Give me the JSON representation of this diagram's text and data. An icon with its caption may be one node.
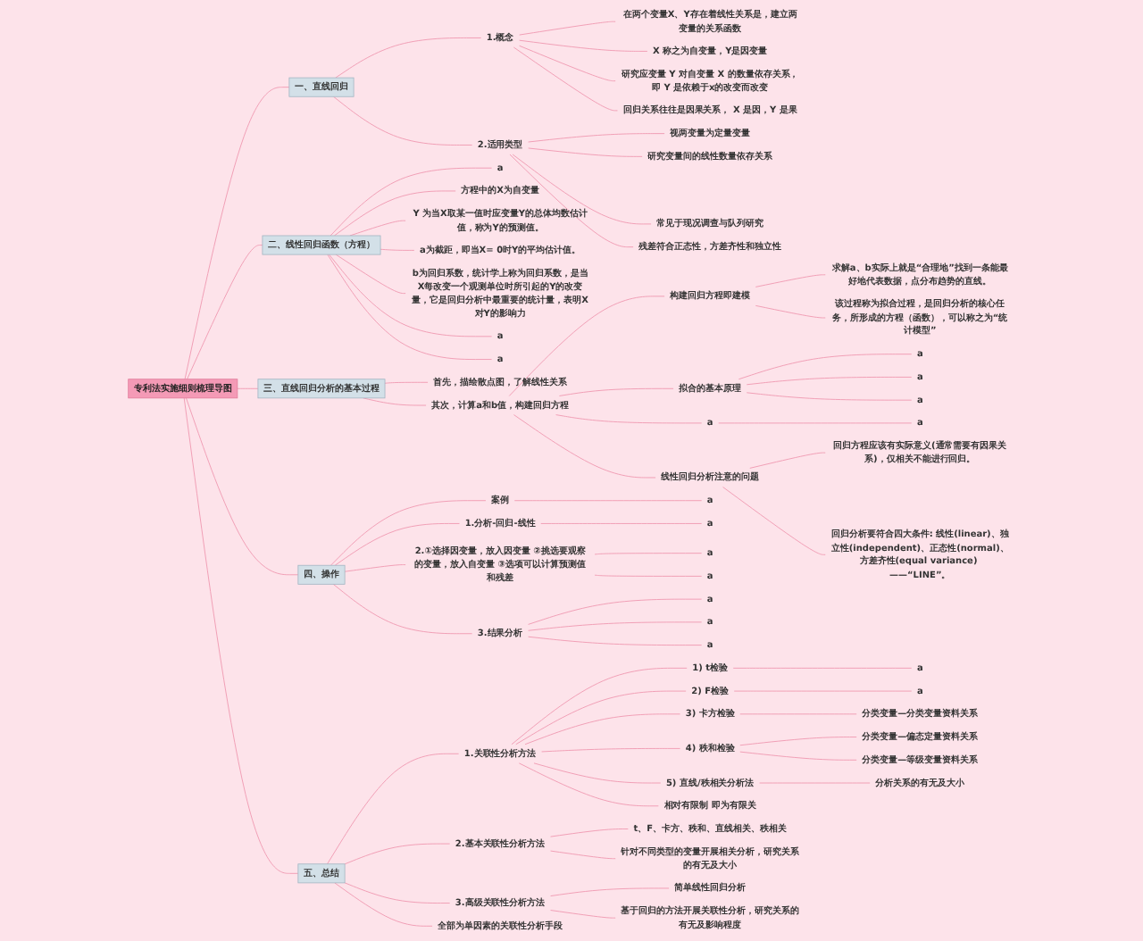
{
  "diagram": {
    "nodes": [
      {
        "text": [
          "专利法实施细则梳理导图"
        ]
      },
      {
        "text": [
          "一、直线回归"
        ]
      },
      {
        "text": [
          "1.概念"
        ]
      },
      {
        "text": [
          "在两个变量X、Y存在着线性关系是，建立两变量的关系函数"
        ]
      },
      {
        "text": [
          "X 称之为自变量，Y是因变量"
        ]
      },
      {
        "text": [
          "研究应变量 Y 对自变量 X 的数量依存关系，即 Y 是依赖于x的改变而改变"
        ]
      },
      {
        "text": [
          "回归关系往往是因果关系， X 是因，Y 是果"
        ]
      },
      {
        "text": [
          "2.适用类型"
        ]
      },
      {
        "text": [
          "视两变量为定量变量"
        ]
      },
      {
        "text": [
          "研究变量间的线性数量依存关系"
        ]
      },
      {
        "text": [
          "常见于现况调查与队列研究"
        ]
      },
      {
        "text": [
          "残差符合正态性，方差齐性和独立性"
        ]
      },
      {
        "text": [
          "二、线性回归函数（方程）"
        ]
      },
      {
        "text": [
          "a"
        ]
      },
      {
        "text": [
          "方程中的X为自变量"
        ]
      },
      {
        "text": [
          "Y 为当X取某一值时应变量Y的总体均数估计值，称为Y的预测值。"
        ]
      },
      {
        "text": [
          "a为截距，即当X= 0时Y的平均估计值。"
        ]
      },
      {
        "text": [
          "b为回归系数，统计学上称为回归系数，是当X每改变一个观测单位时所引起的Y的改变量，它是回归分析中最重要的统计量，表明X对Y的影响力"
        ]
      },
      {
        "text": [
          "a"
        ]
      },
      {
        "text": [
          "a"
        ]
      },
      {
        "text": [
          "三、直线回归分析的基本过程"
        ]
      },
      {
        "text": [
          "首先，描绘散点图，了解线性关系"
        ]
      },
      {
        "text": [
          "其次，计算a和b值，构建回归方程"
        ]
      },
      {
        "text": [
          "构建回归方程即建模"
        ]
      },
      {
        "text": [
          "求解a、b实际上就是“合理地”找到一条能最好地代表数据，点分布趋势的直线。"
        ]
      },
      {
        "text": [
          "该过程称为拟合过程，是回归分析的核心任务，所形成的方程（函数），可以称之为“统计模型”"
        ]
      },
      {
        "text": [
          "拟合的基本原理"
        ]
      },
      {
        "text": [
          "a"
        ]
      },
      {
        "text": [
          "a"
        ]
      },
      {
        "text": [
          "a"
        ]
      },
      {
        "text": [
          "a"
        ]
      },
      {
        "text": [
          "a"
        ]
      },
      {
        "text": [
          "线性回归分析注意的问题"
        ]
      },
      {
        "text": [
          "回归方程应该有实际意义(通常需要有因果关系)，仅相关不能进行回归。"
        ]
      },
      {
        "text": [
          "回归分析要符合四大条件: 线性(linear)、独立性(independent)、正态性(normal)、方差齐性(equal variance) ——“LINE”。"
        ]
      },
      {
        "text": [
          "四、操作"
        ]
      },
      {
        "text": [
          "案例"
        ]
      },
      {
        "text": [
          "a"
        ]
      },
      {
        "text": [
          "1.分析-回归-线性"
        ]
      },
      {
        "text": [
          "a"
        ]
      },
      {
        "text": [
          "2.①选择因变量，放入因变量 ②挑选要观察的变量，放入自变量 ③选项可以计算预测值和残差"
        ]
      },
      {
        "text": [
          "a"
        ]
      },
      {
        "text": [
          "a"
        ]
      },
      {
        "text": [
          "3.结果分析"
        ]
      },
      {
        "text": [
          "a"
        ]
      },
      {
        "text": [
          "a"
        ]
      },
      {
        "text": [
          "a"
        ]
      },
      {
        "text": [
          "五、总结"
        ]
      },
      {
        "text": [
          "1.关联性分析方法"
        ]
      },
      {
        "text": [
          "1) t检验"
        ]
      },
      {
        "text": [
          "a"
        ]
      },
      {
        "text": [
          "2) F检验"
        ]
      },
      {
        "text": [
          "a"
        ]
      },
      {
        "text": [
          "3) 卡方检验"
        ]
      },
      {
        "text": [
          "分类变量—分类变量资料关系"
        ]
      },
      {
        "text": [
          "4) 秩和检验"
        ]
      },
      {
        "text": [
          "分类变量—偏态定量资料关系"
        ]
      },
      {
        "text": [
          "分类变量—等级变量资料关系"
        ]
      },
      {
        "text": [
          "5) 直线/秩相关分析法"
        ]
      },
      {
        "text": [
          "分析关系的有无及大小"
        ]
      },
      {
        "text": [
          "相对有限制 即为有限关"
        ]
      },
      {
        "text": [
          "2.基本关联性分析方法"
        ]
      },
      {
        "text": [
          "t、F、卡方、秩和、直线相关、秩相关"
        ]
      },
      {
        "text": [
          "针对不同类型的变量开展相关分析，研究关系的有无及大小"
        ]
      },
      {
        "text": [
          "3.高级关联性分析方法"
        ]
      },
      {
        "text": [
          "简单线性回归分析"
        ]
      },
      {
        "text": [
          "基于回归的方法开展关联性分析，研究关系的有无及影响程度"
        ]
      },
      {
        "text": [
          "全部为单因素的关联性分析手段"
        ]
      }
    ],
    "edges": [
      {
        "from": 0,
        "to": 1,
        "arrow": "none"
      },
      {
        "from": 1,
        "to": 2,
        "arrow": "none"
      },
      {
        "from": 2,
        "to": 3,
        "arrow": "none"
      },
      {
        "from": 2,
        "to": 4,
        "arrow": "none"
      },
      {
        "from": 2,
        "to": 5,
        "arrow": "none"
      },
      {
        "from": 2,
        "to": 6,
        "arrow": "none"
      },
      {
        "from": 1,
        "to": 7,
        "arrow": "none"
      },
      {
        "from": 7,
        "to": 8,
        "arrow": "none"
      },
      {
        "from": 7,
        "to": 9,
        "arrow": "none"
      },
      {
        "from": 7,
        "to": 10,
        "arrow": "none"
      },
      {
        "from": 7,
        "to": 11,
        "arrow": "none"
      },
      {
        "from": 0,
        "to": 12,
        "arrow": "none"
      },
      {
        "from": 12,
        "to": 13,
        "arrow": "none"
      },
      {
        "from": 12,
        "to": 14,
        "arrow": "none"
      },
      {
        "from": 12,
        "to": 15,
        "arrow": "none"
      },
      {
        "from": 12,
        "to": 16,
        "arrow": "none"
      },
      {
        "from": 12,
        "to": 17,
        "arrow": "none"
      },
      {
        "from": 12,
        "to": 18,
        "arrow": "none"
      },
      {
        "from": 12,
        "to": 19,
        "arrow": "none"
      },
      {
        "from": 0,
        "to": 20,
        "arrow": "none"
      },
      {
        "from": 20,
        "to": 21,
        "arrow": "none"
      },
      {
        "from": 20,
        "to": 22,
        "arrow": "none"
      },
      {
        "from": 22,
        "to": 23,
        "arrow": "none"
      },
      {
        "from": 23,
        "to": 24,
        "arrow": "none"
      },
      {
        "from": 23,
        "to": 25,
        "arrow": "none"
      },
      {
        "from": 22,
        "to": 26,
        "arrow": "none"
      },
      {
        "from": 26,
        "to": 27,
        "arrow": "none"
      },
      {
        "from": 26,
        "to": 28,
        "arrow": "none"
      },
      {
        "from": 26,
        "to": 29,
        "arrow": "none"
      },
      {
        "from": 22,
        "to": 30,
        "arrow": "none"
      },
      {
        "from": 30,
        "to": 31,
        "arrow": "none"
      },
      {
        "from": 22,
        "to": 32,
        "arrow": "none"
      },
      {
        "from": 32,
        "to": 33,
        "arrow": "none"
      },
      {
        "from": 32,
        "to": 34,
        "arrow": "none"
      },
      {
        "from": 0,
        "to": 35,
        "arrow": "none"
      },
      {
        "from": 35,
        "to": 36,
        "arrow": "none"
      },
      {
        "from": 36,
        "to": 37,
        "arrow": "none"
      },
      {
        "from": 35,
        "to": 38,
        "arrow": "none"
      },
      {
        "from": 38,
        "to": 39,
        "arrow": "none"
      },
      {
        "from": 35,
        "to": 40,
        "arrow": "none"
      },
      {
        "from": 40,
        "to": 41,
        "arrow": "none"
      },
      {
        "from": 40,
        "to": 42,
        "arrow": "none"
      },
      {
        "from": 35,
        "to": 43,
        "arrow": "none"
      },
      {
        "from": 43,
        "to": 44,
        "arrow": "none"
      },
      {
        "from": 43,
        "to": 45,
        "arrow": "none"
      },
      {
        "from": 43,
        "to": 46,
        "arrow": "none"
      },
      {
        "from": 0,
        "to": 47,
        "arrow": "none"
      },
      {
        "from": 47,
        "to": 48,
        "arrow": "none"
      },
      {
        "from": 48,
        "to": 49,
        "arrow": "none"
      },
      {
        "from": 49,
        "to": 50,
        "arrow": "none"
      },
      {
        "from": 48,
        "to": 51,
        "arrow": "none"
      },
      {
        "from": 51,
        "to": 52,
        "arrow": "none"
      },
      {
        "from": 48,
        "to": 53,
        "arrow": "none"
      },
      {
        "from": 53,
        "to": 54,
        "arrow": "none"
      },
      {
        "from": 48,
        "to": 55,
        "arrow": "none"
      },
      {
        "from": 55,
        "to": 56,
        "arrow": "none"
      },
      {
        "from": 55,
        "to": 57,
        "arrow": "none"
      },
      {
        "from": 48,
        "to": 58,
        "arrow": "none"
      },
      {
        "from": 58,
        "to": 59,
        "arrow": "none"
      },
      {
        "from": 48,
        "to": 60,
        "arrow": "none"
      },
      {
        "from": 47,
        "to": 61,
        "arrow": "none"
      },
      {
        "from": 61,
        "to": 62,
        "arrow": "none"
      },
      {
        "from": 61,
        "to": 63,
        "arrow": "none"
      },
      {
        "from": 47,
        "to": 64,
        "arrow": "none"
      },
      {
        "from": 64,
        "to": 65,
        "arrow": "none"
      },
      {
        "from": 64,
        "to": 66,
        "arrow": "none"
      },
      {
        "from": 47,
        "to": 67,
        "arrow": "none"
      }
    ]
  }
}
